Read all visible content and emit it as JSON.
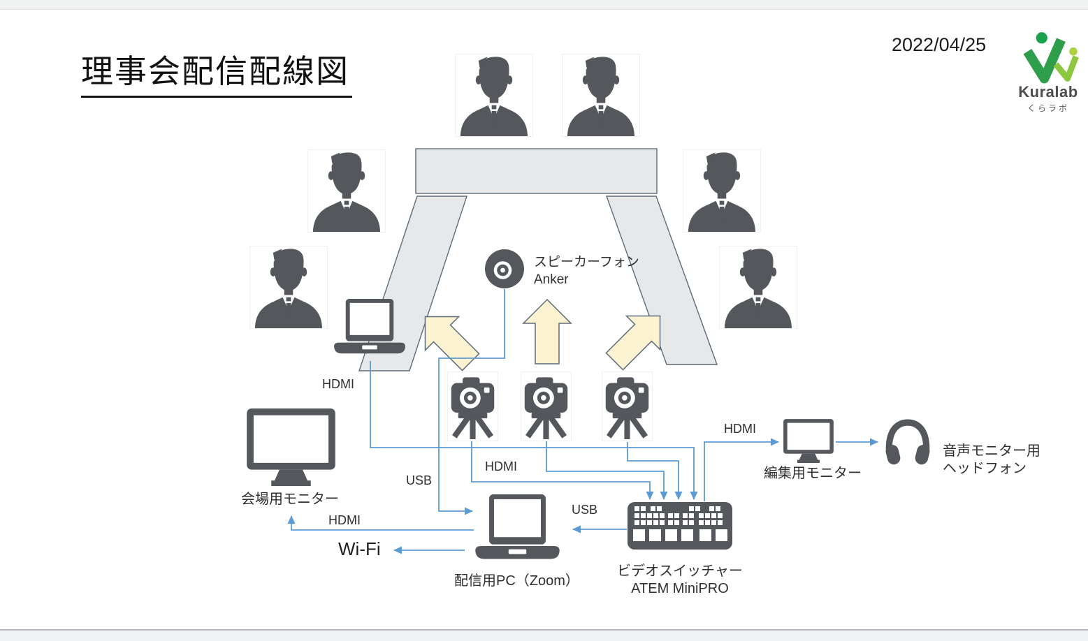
{
  "header": {
    "title": "理事会配信配線図",
    "date": "2022/04/25",
    "logo": {
      "name": "Kuralab",
      "subname": "くらラボ"
    }
  },
  "colors": {
    "icon_gray": "#54575c",
    "cable_blue": "#5b9bd5",
    "arrow_fill": "#fbf2d2",
    "arrow_stroke": "#5d6b78",
    "table_fill": "#e7e8ea",
    "table_stroke": "#5d6b78",
    "text_dark": "#2f2f2f",
    "logo_green_dark": "#2f9e4a",
    "logo_green_light": "#8dc63f"
  },
  "devices": {
    "speakerphone": {
      "line1": "スピーカーフォン",
      "line2": "Anker"
    },
    "venue_monitor": {
      "label": "会場用モニター"
    },
    "streaming_pc": {
      "label": "配信用PC（Zoom）"
    },
    "video_switcher": {
      "line1": "ビデオスイッチャー",
      "line2": "ATEM MiniPRO"
    },
    "edit_monitor": {
      "label": "編集用モニター"
    },
    "headphones": {
      "line1": "音声モニター用",
      "line2": "ヘッドフォン"
    }
  },
  "connections": {
    "table_laptop_hdmi": "HDMI",
    "cameras_hdmi": "HDMI",
    "speakerphone_usb": "USB",
    "switcher_pc_usb": "USB",
    "switcher_monitor_hdmi": "HDMI",
    "pc_venue_hdmi": "HDMI",
    "pc_wifi": "Wi-Fi"
  },
  "icons": {
    "person": "businessman-silhouette",
    "camera": "camera-on-tripod",
    "speakerphone": "speakerphone-circle",
    "laptop": "laptop",
    "monitor": "desktop-monitor",
    "switcher": "atem-control-panel",
    "headphones": "headphones"
  }
}
